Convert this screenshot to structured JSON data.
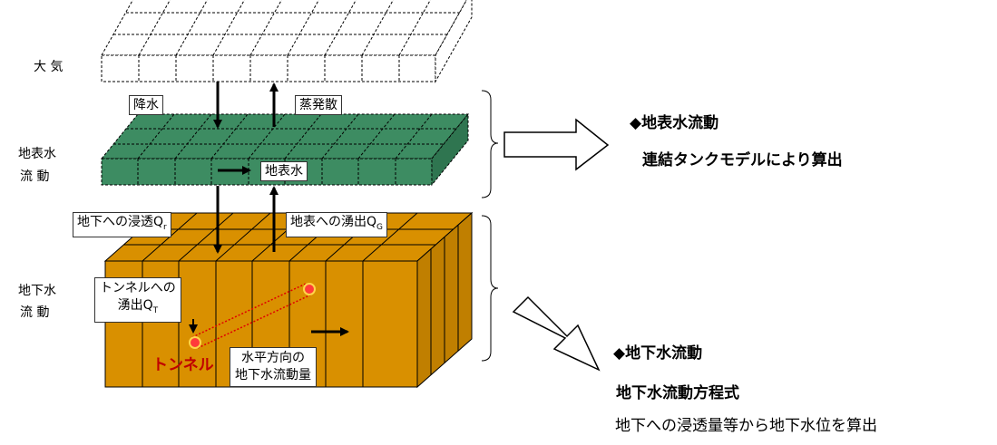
{
  "layers": {
    "atmosphere": "大 気",
    "surface_water_line1": "地表水",
    "surface_water_line2": "流 動",
    "groundwater_line1": "地下水",
    "groundwater_line2": "流 動"
  },
  "flows": {
    "precipitation": "降水",
    "evapotranspiration": "蒸発散",
    "surface_water": "地表水",
    "infiltration": "地下への浸透Q",
    "infiltration_sub": "r",
    "discharge_to_surface": "地表への湧出Q",
    "discharge_to_surface_sub": "G",
    "tunnel_inflow_line1": "トンネルへの",
    "tunnel_inflow_line2": "湧出Q",
    "tunnel_inflow_sub": "T",
    "horizontal_flow_line1": "水平方向の",
    "horizontal_flow_line2": "地下水流動量",
    "tunnel": "トンネル"
  },
  "results": {
    "surface": {
      "title": "◆地表水流動",
      "method": "連結タンクモデルにより算出"
    },
    "groundwater": {
      "title": "◆地下水流動",
      "method": "地下水流動方程式",
      "note": "地下への浸透量等から地下水位を算出"
    }
  },
  "colors": {
    "surface_layer": "#3d8c62",
    "groundwater_layer": "#d99000",
    "tunnel": "#e00000",
    "outline": "#000000"
  }
}
